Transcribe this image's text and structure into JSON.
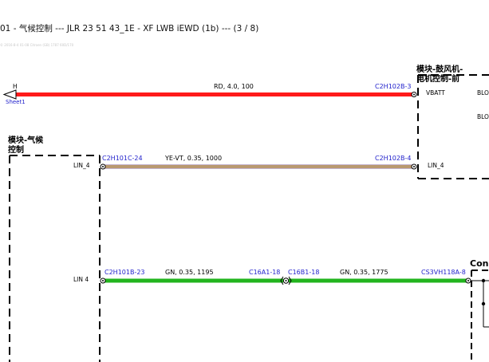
{
  "header": {
    "title": "01 - 气候控制 --- JLR 23 51 43_1E - XF LWB iEWD (1b) --- (3 / 8)",
    "subtitle": "© 2016-8-4 01-08 Citroen (GB) 1787 60D/170"
  },
  "modules": {
    "blower": {
      "line1": "模块-鼓风机-",
      "line2": "电机控制-前",
      "pin_vbatt": "VBATT",
      "pin_lin": "LIN_4",
      "blo1": "BLO",
      "blo2": "BLO"
    },
    "climate": {
      "line1": "模块-气候",
      "line2": "控制",
      "pin_lin_a": "LIN_4",
      "pin_lin_b": "LIN 4"
    },
    "con": {
      "label": "Con"
    }
  },
  "wires": {
    "w1": {
      "left_label": "H",
      "sheet": "Sheet1",
      "spec": "RD, 4.0, 100",
      "end_connector": "C2H102B-3",
      "color": "#ff1a1a"
    },
    "w2": {
      "start_connector": "C2H101C-24",
      "spec": "YE-VT, 0.35, 1000",
      "end_connector": "C2H102B-4"
    },
    "w3": {
      "start_connector": "C2H101B-23",
      "spec_a": "GN, 0.35, 1195",
      "mid_left": "C16A1-18",
      "mid_right": "C16B1-18",
      "spec_b": "GN, 0.35, 1775",
      "end_connector": "CS3VH118A-8",
      "color": "#22b41e"
    }
  }
}
